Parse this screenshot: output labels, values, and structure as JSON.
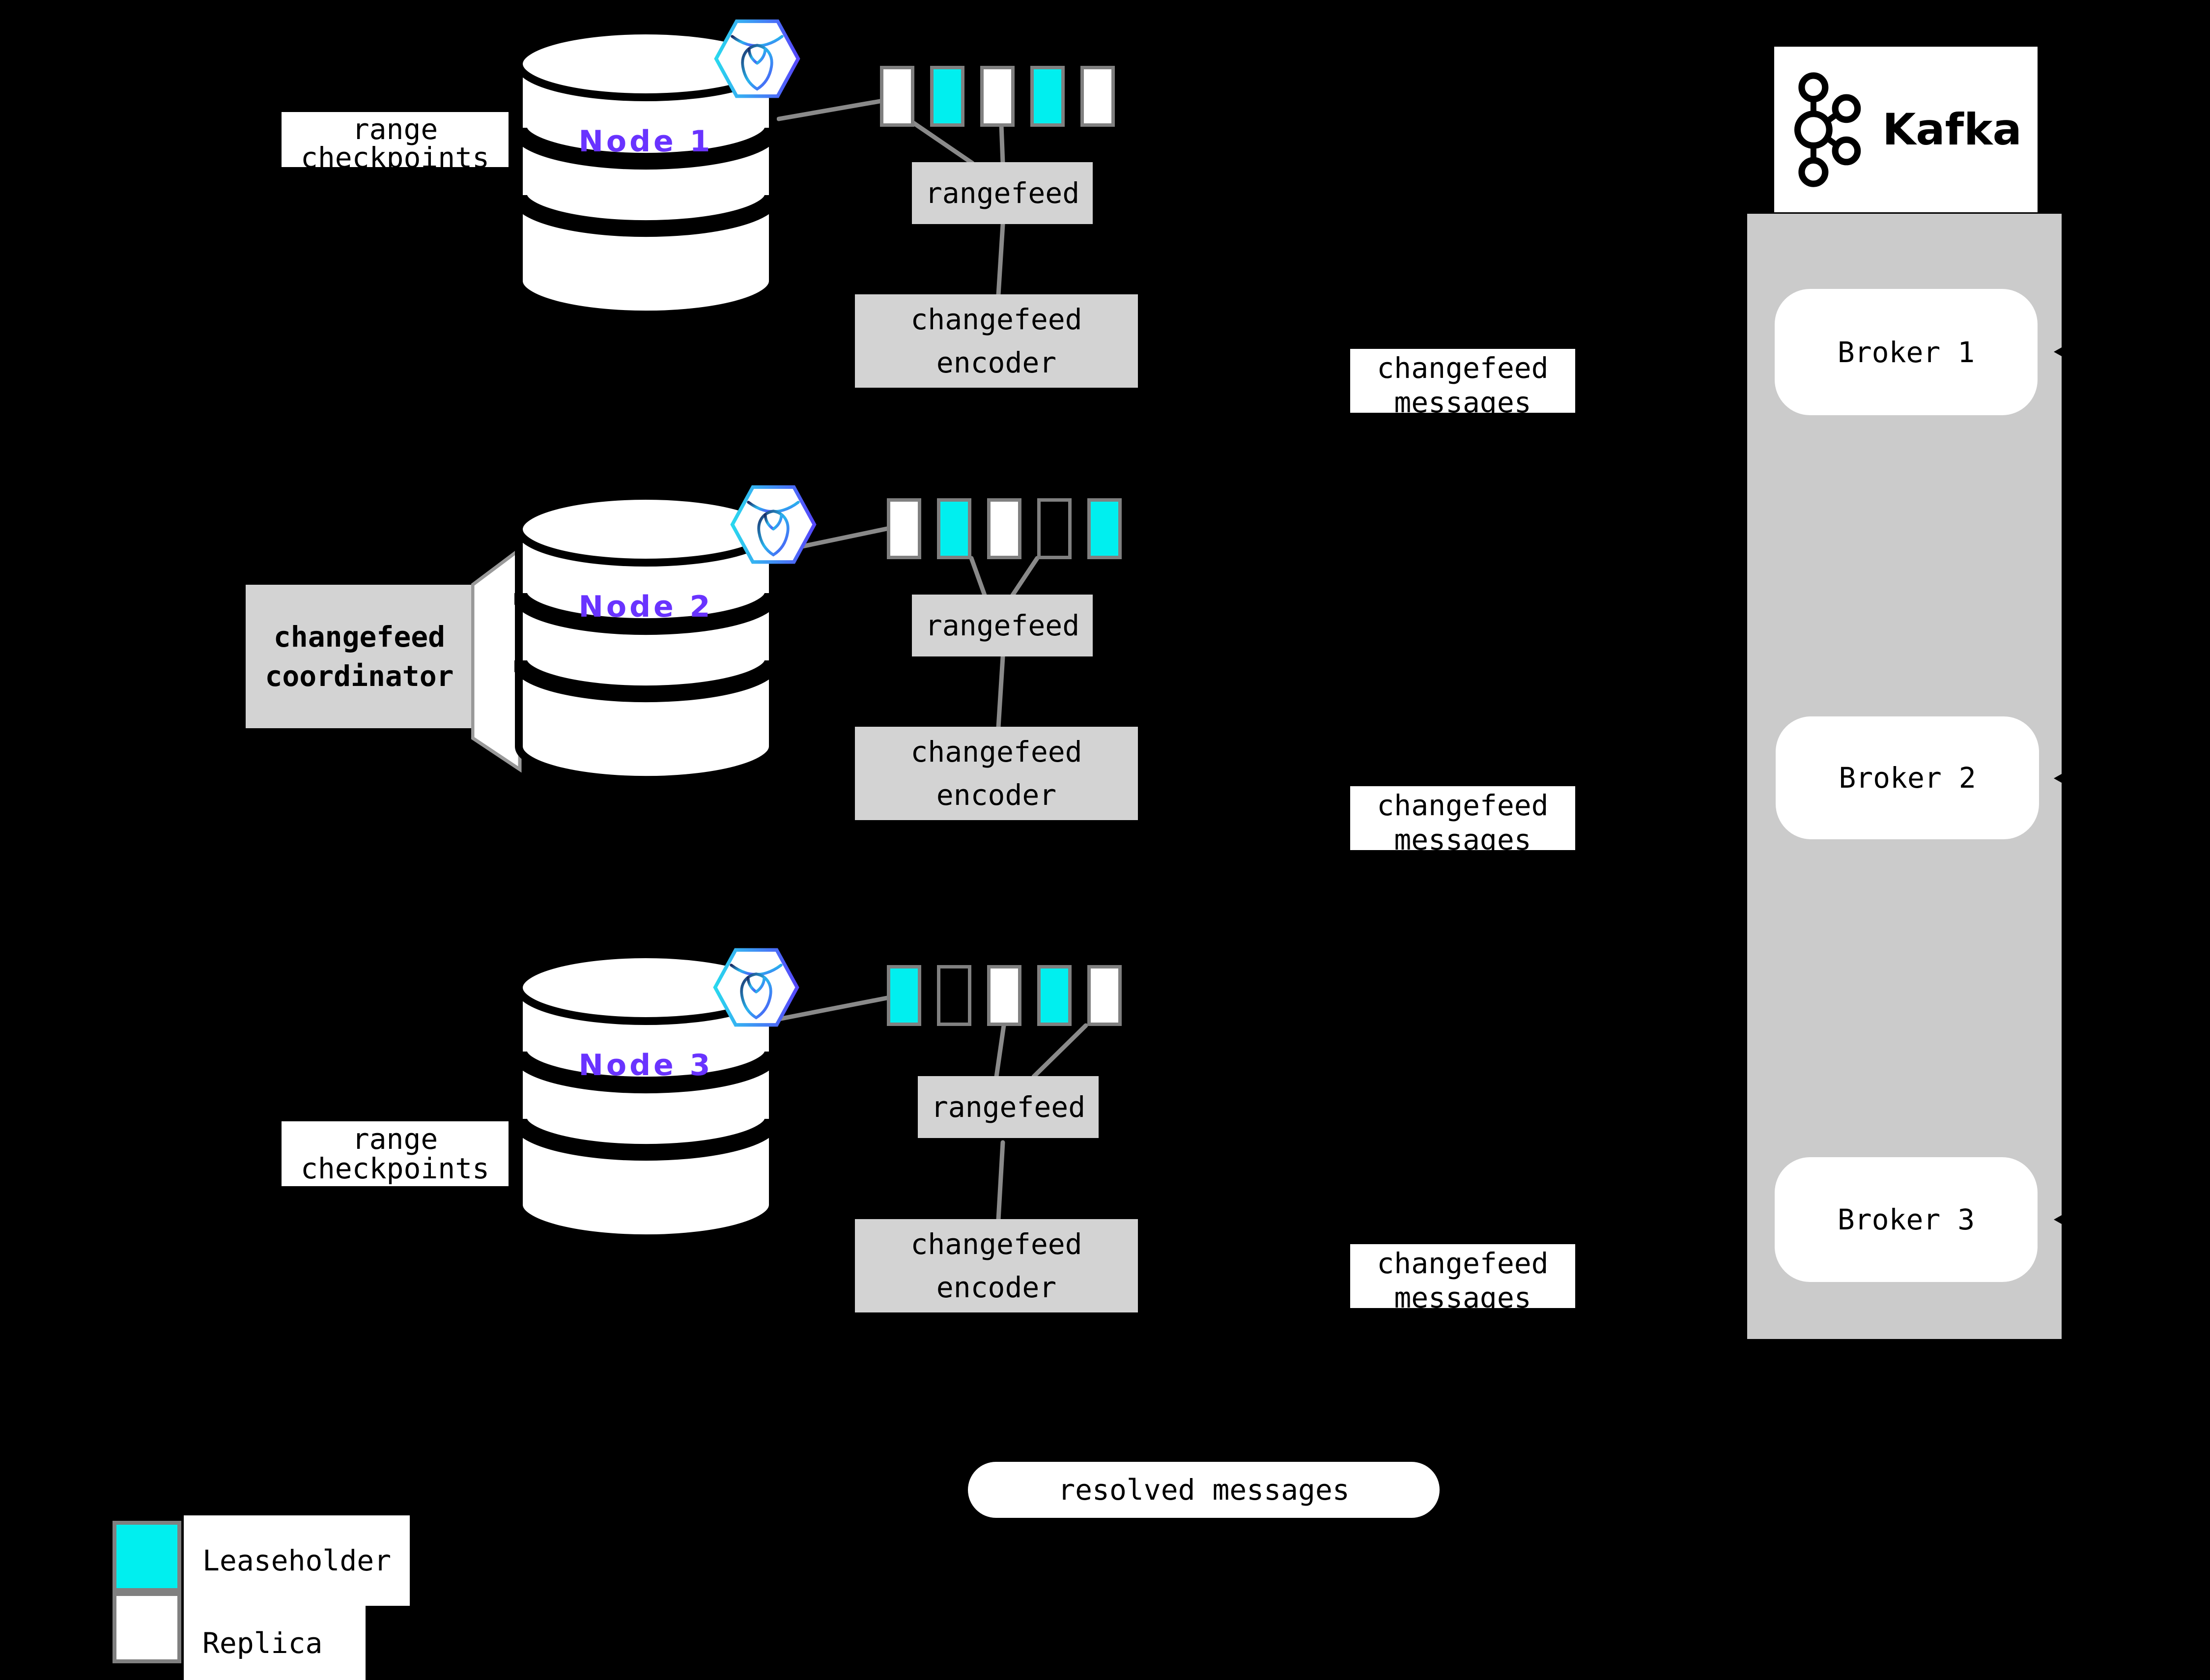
{
  "labels": {
    "range_checkpoints": "range checkpoints",
    "rangefeed": "rangefeed",
    "changefeed_encoder": "changefeed encoder",
    "changefeed_messages": "changefeed messages",
    "changefeed_coordinator": "changefeed coordinator",
    "resolved_messages": "resolved messages"
  },
  "nodes": [
    {
      "label": "Node 1",
      "ranges": [
        "replica",
        "leaseholder",
        "replica",
        "leaseholder",
        "replica"
      ]
    },
    {
      "label": "Node 2",
      "ranges": [
        "replica",
        "leaseholder",
        "replica",
        "empty",
        "leaseholder"
      ]
    },
    {
      "label": "Node 3",
      "ranges": [
        "leaseholder",
        "empty",
        "replica",
        "leaseholder",
        "replica"
      ]
    }
  ],
  "kafka": {
    "title": "Kafka",
    "brokers": [
      "Broker 1",
      "Broker 2",
      "Broker 3"
    ]
  },
  "legend": {
    "items": [
      {
        "type": "leaseholder",
        "label": "Leaseholder",
        "color": "#00EFEF"
      },
      {
        "type": "replica",
        "label": "Replica",
        "color": "#FFFFFF"
      }
    ]
  },
  "icons": {
    "cockroachdb_badge": "cockroachdb-hexagon-logo",
    "kafka_logo": "kafka-circles-logo",
    "database": "database-cylinder"
  },
  "colors": {
    "background": "#000000",
    "leaseholder_cyan": "#00EFEF",
    "replica_white": "#FFFFFF",
    "node_label_purple": "#6933FF",
    "process_box_gray": "#D3D3D3",
    "kafka_container_gray": "#CBCBCB",
    "connector_gray": "#8A8A8A",
    "range_border_gray": "#808080",
    "badge_cyan": "#29D8EE",
    "badge_purple": "#5647FB"
  }
}
